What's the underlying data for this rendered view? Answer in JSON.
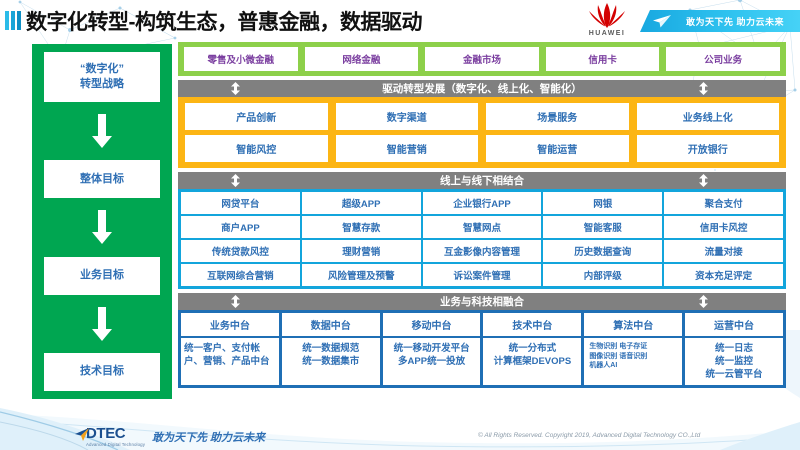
{
  "header": {
    "title": "数字化转型-构筑生态，普惠金融，数据驱动",
    "brand": "HUAWEI",
    "ribbon_slogan": "敢为天下先 助力云未来"
  },
  "strategy": {
    "items": [
      {
        "line1": "“数字化”",
        "line2": "转型战略"
      },
      {
        "line1": "整体目标",
        "line2": ""
      },
      {
        "line1": "业务目标",
        "line2": ""
      },
      {
        "line1": "技术目标",
        "line2": ""
      }
    ]
  },
  "business_lines": {
    "items": [
      "零售及小微金融",
      "网络金融",
      "金融市场",
      "信用卡",
      "公司业务"
    ]
  },
  "drive": {
    "separator": "驱动转型发展（数字化、线上化、智能化）",
    "row1": [
      "产品创新",
      "数字渠道",
      "场景服务",
      "业务线上化"
    ],
    "row2": [
      "智能风控",
      "智能营销",
      "智能运营",
      "开放银行"
    ]
  },
  "online_offline": {
    "separator": "线上与线下相结合",
    "row1": [
      "网贷平台",
      "超级APP",
      "企业银行APP",
      "网银",
      "聚合支付"
    ],
    "row2": [
      "商户APP",
      "智慧存款",
      "智慧网点",
      "智能客服",
      "信用卡风控"
    ],
    "row3": [
      "传统贷款风控",
      "理财营销",
      "互金影像内容管理",
      "历史数据查询",
      "流量对接"
    ],
    "row4": [
      "互联网综合营销",
      "风险管理及预警",
      "诉讼案件管理",
      "内部评级",
      "资本充足评定"
    ]
  },
  "platforms": {
    "separator": "业务与科技相融合",
    "columns": [
      {
        "head": "业务中台",
        "body": "统一客户、支付帐户、营销、产品中台"
      },
      {
        "head": "数据中台",
        "body": "统一数据规范\n统一数据集市"
      },
      {
        "head": "移动中台",
        "body": "统一移动开发平台\n多APP统一投放"
      },
      {
        "head": "技术中台",
        "body": "统一分布式\n计算框架DEVOPS"
      },
      {
        "head": "算法中台",
        "body": "生物识别 电子存证\n图像识别 语音识别\n机器人AI"
      },
      {
        "head": "运营中台",
        "body": "统一日志\n统一监控\n统一云管平台"
      }
    ]
  },
  "footer": {
    "logo_name": "DTEC",
    "logo_sub": "Advanced Digital Technology",
    "slogan": "敢为天下先   助力云未来",
    "copyright": "© All Rights Reserved. Copyright 2019, Advanced Digital Technology CO.,Ltd"
  },
  "colors": {
    "strategy_green": "#00a651",
    "band_green": "#8dd04a",
    "band_orange": "#fcb514",
    "band_blue": "#13a5dc",
    "band_platform": "#1f6fb5",
    "separator_gray": "#808080",
    "text_blue": "#2f6fb4",
    "text_purple": "#7b3fa0"
  }
}
